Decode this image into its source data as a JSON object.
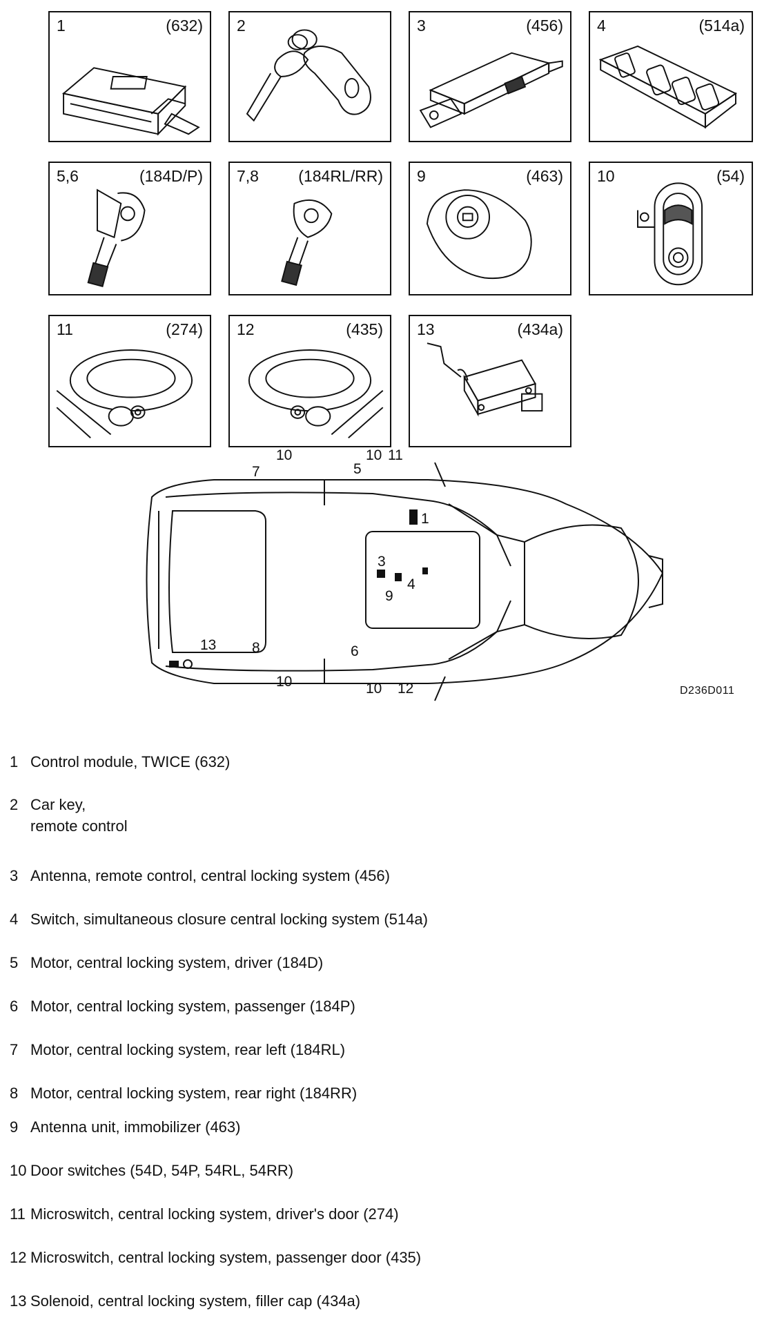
{
  "components": [
    {
      "num": "1",
      "code": "(632)",
      "icon": "control-module"
    },
    {
      "num": "2",
      "code": "",
      "icon": "car-key"
    },
    {
      "num": "3",
      "code": "(456)",
      "icon": "antenna"
    },
    {
      "num": "4",
      "code": "(514a)",
      "icon": "switch-panel"
    },
    {
      "num": "5,6",
      "code": "(184D/P)",
      "icon": "lock-motor"
    },
    {
      "num": "7,8",
      "code": "(184RL/RR)",
      "icon": "lock-motor"
    },
    {
      "num": "9",
      "code": "(463)",
      "icon": "ignition-antenna"
    },
    {
      "num": "10",
      "code": "(54)",
      "icon": "door-switch"
    },
    {
      "num": "11",
      "code": "(274)",
      "icon": "door-handle"
    },
    {
      "num": "12",
      "code": "(435)",
      "icon": "door-handle"
    },
    {
      "num": "13",
      "code": "(434a)",
      "icon": "solenoid"
    }
  ],
  "car_callouts": [
    "10",
    "10",
    "11",
    "7",
    "5",
    "1",
    "3",
    "4",
    "9",
    "13",
    "8",
    "6",
    "10",
    "10",
    "12"
  ],
  "drawing_code": "D236D011",
  "legend": [
    {
      "num": "1",
      "lines": [
        "Control module, TWICE (632)"
      ]
    },
    {
      "num": "2",
      "lines": [
        "Car key,",
        "remote control"
      ]
    },
    {
      "num": "3",
      "lines": [
        "Antenna, remote control, central locking system (456)"
      ]
    },
    {
      "num": "4",
      "lines": [
        "Switch, simultaneous closure central locking system (514a)"
      ]
    },
    {
      "num": "5",
      "lines": [
        "Motor, central locking system, driver (184D)"
      ]
    },
    {
      "num": "6",
      "lines": [
        "Motor, central locking system, passenger (184P)"
      ]
    },
    {
      "num": "7",
      "lines": [
        "Motor, central locking system, rear left (184RL)"
      ]
    },
    {
      "num": "8",
      "lines": [
        "Motor, central locking system, rear right (184RR)"
      ]
    },
    {
      "num": "9",
      "lines": [
        "Antenna unit, immobilizer (463)"
      ]
    },
    {
      "num": "10",
      "lines": [
        "Door switches (54D, 54P, 54RL, 54RR)"
      ]
    },
    {
      "num": "11",
      "lines": [
        "Microswitch, central locking system, driver's door (274)"
      ]
    },
    {
      "num": "12",
      "lines": [
        "Microswitch, central locking system, passenger door (435)"
      ]
    },
    {
      "num": "13",
      "lines": [
        "Solenoid, central locking system, filler cap (434a)"
      ]
    }
  ]
}
